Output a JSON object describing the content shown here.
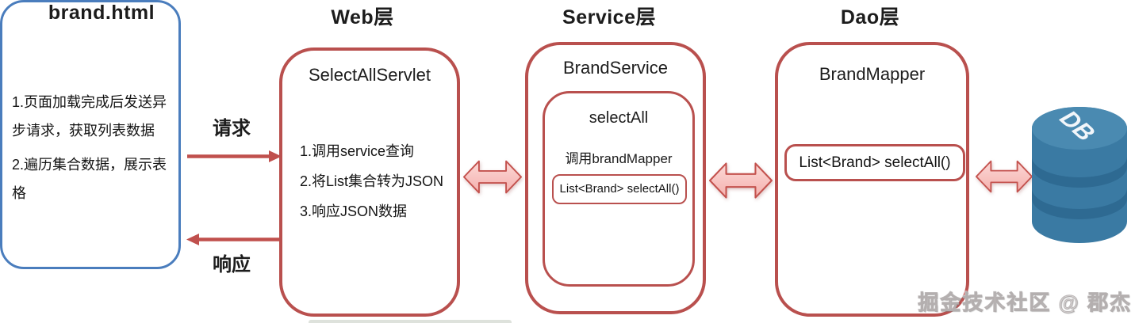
{
  "titles": {
    "browser": "brand.html",
    "web": "Web层",
    "service": "Service层",
    "dao": "Dao层"
  },
  "browser": {
    "notes": [
      "1.页面加载完成后发送异步请求，获取列表数据",
      "2.遍历集合数据，展示表格"
    ]
  },
  "arrows": {
    "request_label": "请求",
    "response_label": "响应"
  },
  "web": {
    "title": "SelectAllServlet",
    "steps": [
      "1.调用service查询",
      "2.将List集合转为JSON",
      "3.响应JSON数据"
    ]
  },
  "service": {
    "title": "BrandService",
    "method_group": {
      "title": "selectAll",
      "note": "调用brandMapper",
      "method_signature": "List<Brand> selectAll()"
    }
  },
  "dao": {
    "title": "BrandMapper",
    "method_signature": "List<Brand> selectAll()"
  },
  "db": {
    "label": "DB"
  },
  "watermark": "掘金技术社区 @ 郡杰",
  "colors": {
    "box_border_red": "#b9504e",
    "box_border_blue": "#4a7dbd",
    "arrow_line_red": "#c0504d",
    "biarrow_fill_light": "#fcd9d7",
    "biarrow_fill_dark": "#f4b0ad",
    "db_body_blue": "#3a7aa3",
    "db_top_blue": "#4a8ab1",
    "db_groove_blue": "#2e6a92",
    "text_dark": "#161616"
  }
}
